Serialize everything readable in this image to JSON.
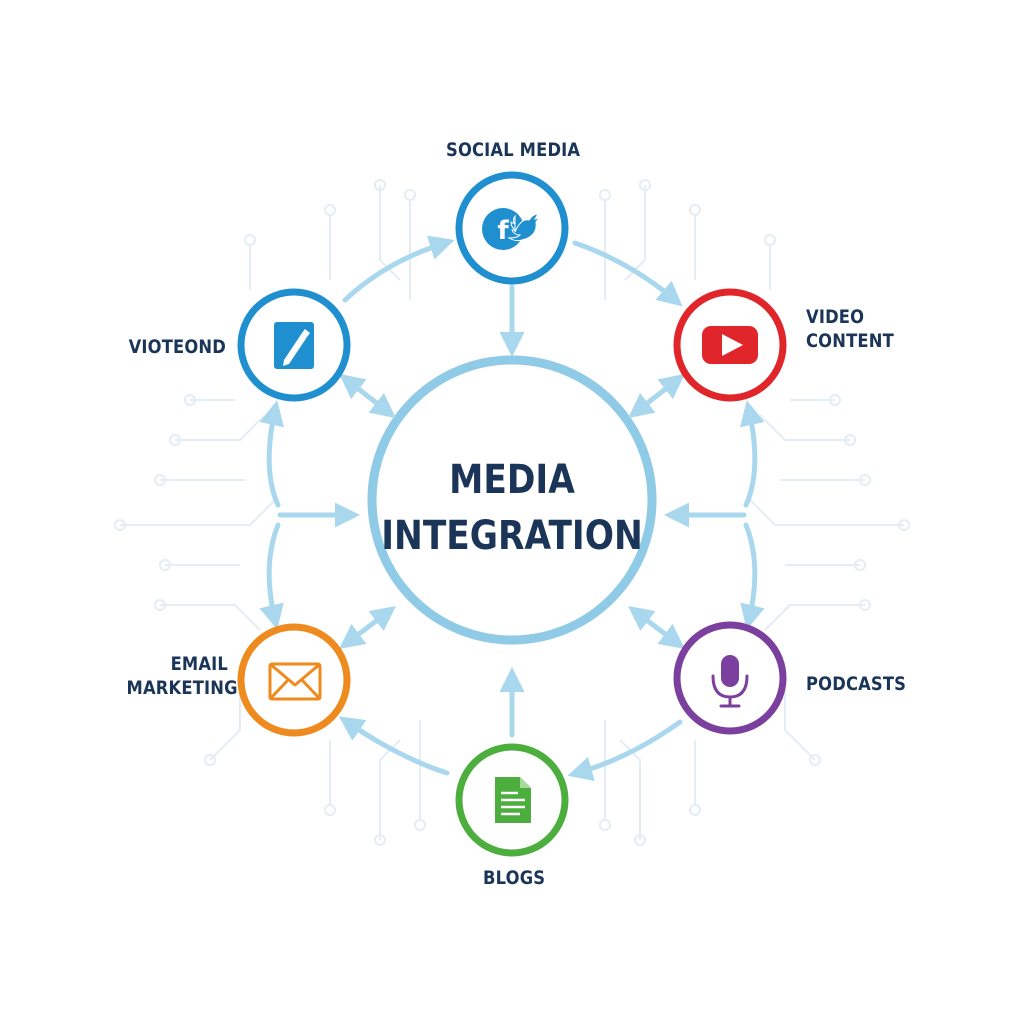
{
  "center": {
    "line1": "MEDIA",
    "line2": "INTEGRATION"
  },
  "nodes": {
    "social": {
      "label": "SOCIAL MEDIA",
      "icon": "social-media-icon",
      "color": "#1f8fd0"
    },
    "video": {
      "label_line1": "VIDEO",
      "label_line2": "CONTENT",
      "icon": "play-icon",
      "color": "#e0262b"
    },
    "podcasts": {
      "label": "PODCASTS",
      "icon": "microphone-icon",
      "color": "#7b3f9e"
    },
    "blogs": {
      "label": "BLOGS",
      "icon": "document-icon",
      "color": "#4cae3c"
    },
    "email": {
      "label_line1": "EMAIL",
      "label_line2": "MARKETING",
      "icon": "envelope-icon",
      "color": "#ef8a1e"
    },
    "viotend": {
      "label": "VIOTEOND",
      "icon": "pencil-note-icon",
      "color": "#1f8fd0"
    }
  },
  "colors": {
    "hub": "#8fcbe6",
    "arrow": "#a9d7ee",
    "circuit": "#e4edf3",
    "text": "#1a3557"
  }
}
